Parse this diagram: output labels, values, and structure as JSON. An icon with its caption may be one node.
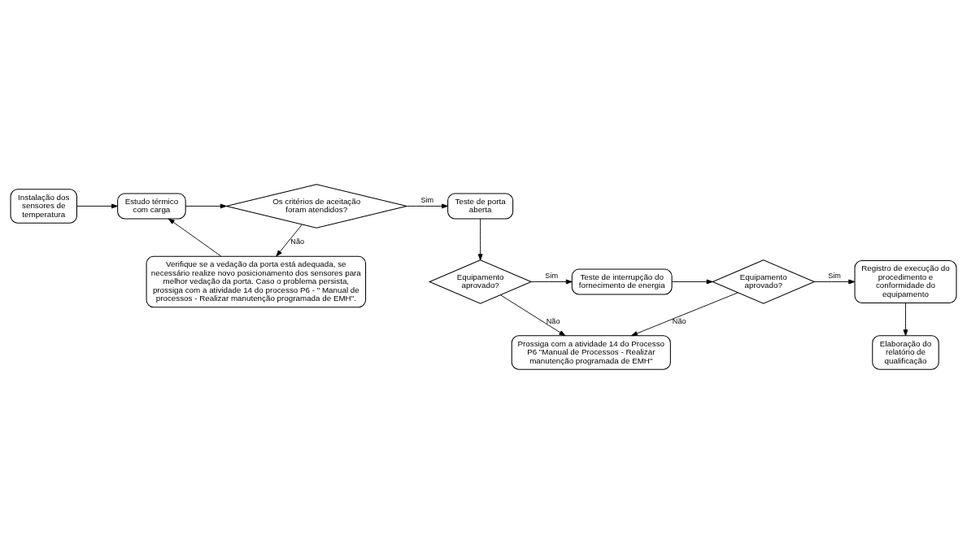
{
  "diagram": {
    "nodes": [
      {
        "text": [
          "Instalação dos sensores de temperatura"
        ]
      },
      {
        "text": [
          "Estudo térmico com carga"
        ]
      },
      {
        "text": [
          "Os critérios de aceitação foram atendidos?"
        ]
      },
      {
        "text": [
          "Teste de porta aberta"
        ]
      },
      {
        "text": [
          "Verifique se a vedação da porta está adequada, se necessário realize novo posicionamento dos sensores para melhor vedação da porta. Caso o problema persista, prossiga com a atividade 14 do processo P6 - \" Manual de processos - Realizar manutenção programada de EMH\"."
        ]
      },
      {
        "text": [
          "Equipamento aprovado?"
        ]
      },
      {
        "text": [
          "Teste de interrupção do fornecimento de energia"
        ]
      },
      {
        "text": [
          "Equipamento aprovado?"
        ]
      },
      {
        "text": [
          "Registro de execução do procedimento e conformidade do equipamento"
        ]
      },
      {
        "text": [
          "Prossiga com a atividade 14 do Processo P6 \"Manual de Processos - Realizar manutenção programada de EMH\""
        ]
      },
      {
        "text": [
          "Elaboração do relatório de qualificação"
        ]
      }
    ],
    "edges": [
      {
        "from": 0,
        "to": 1,
        "arrow": "to"
      },
      {
        "from": 1,
        "to": 2,
        "arrow": "to"
      },
      {
        "from": 2,
        "to": 3,
        "arrow": "to",
        "label": "Sim"
      },
      {
        "from": 2,
        "to": 4,
        "arrow": "to",
        "label": "Não"
      },
      {
        "from": 4,
        "to": 1,
        "arrow": "to"
      },
      {
        "from": 3,
        "to": 5,
        "arrow": "to"
      },
      {
        "from": 5,
        "to": 6,
        "arrow": "to",
        "label": "Sim"
      },
      {
        "from": 5,
        "to": 9,
        "arrow": "to",
        "label": "Não"
      },
      {
        "from": 6,
        "to": 7,
        "arrow": "to"
      },
      {
        "from": 7,
        "to": 8,
        "arrow": "to",
        "label": "Sim"
      },
      {
        "from": 7,
        "to": 9,
        "arrow": "to",
        "label": "Não"
      },
      {
        "from": 8,
        "to": 10,
        "arrow": "to"
      }
    ]
  }
}
